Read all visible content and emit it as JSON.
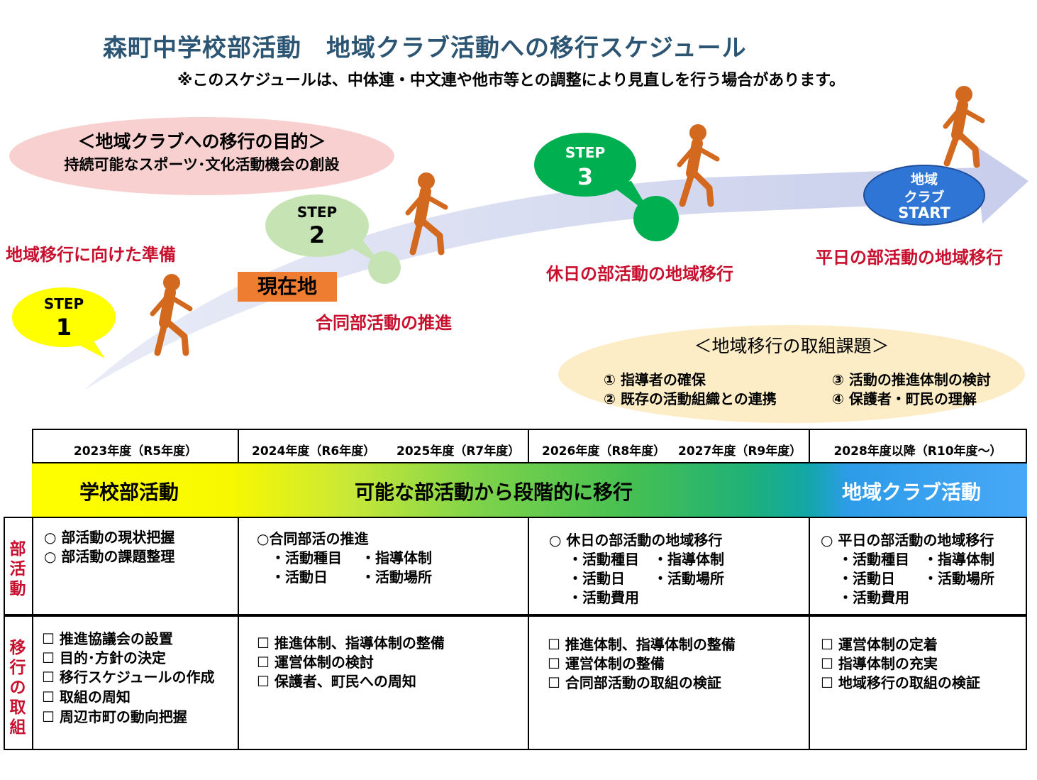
{
  "title": "森町中学校部活動　地域クラブ活動への移行スケジュール",
  "note": "※このスケジュールは、中体連・中文連や他市等との調整により見直しを行う場合があります。",
  "purpose": {
    "heading": "＜地域クラブへの移行の目的＞",
    "text": "持続可能なスポーツ･文化活動機会の創設"
  },
  "steps": [
    {
      "label": "STEP",
      "number": "1",
      "caption": "地域移行に向けた準備"
    },
    {
      "label": "STEP",
      "number": "2",
      "caption": "合同部活動の推進"
    },
    {
      "label": "STEP",
      "number": "3",
      "caption": "休日の部活動の地域移行"
    }
  ],
  "current_location": "現在地",
  "goal": {
    "line1": "地域",
    "line2": "クラブ",
    "line3": "START",
    "caption": "平日の部活動の地域移行"
  },
  "issues": {
    "heading": "＜地域移行の取組課題＞",
    "items": [
      "① 指導者の確保",
      "② 既存の活動組織との連携",
      "③ 活動の推進体制の検討",
      "④ 保護者・町民の理解"
    ]
  },
  "colors": {
    "title": "#2b5573",
    "accent_red": "#c8102e",
    "step1": "#ffff00",
    "step2": "#c6e3b4",
    "step3": "#00b050",
    "goal": "#2e75d6",
    "walker": "#d2691e",
    "current": "#ee7d31"
  },
  "table": {
    "years": [
      "2023年度（R5年度）",
      "2024年度（R6年度）",
      "2025年度（R7年度）",
      "2026年度（R8年度）",
      "2027年度（R9年度）",
      "2028年度以降（R10年度～）"
    ],
    "band": [
      "学校部活動",
      "可能な部活動から段階的に移行",
      "地域クラブ活動"
    ],
    "row1_label": "部活動",
    "row2_label": "移行の取組",
    "row1": [
      [
        "○ 部活動の現状把握",
        "○ 部活動の課題整理"
      ],
      [
        "○合同部活の推進",
        "・活動種目　 ・指導体制",
        "・活動日　　 ・活動場所"
      ],
      [
        "○ 休日の部活動の地域移行",
        "・活動種目　・指導体制",
        "・活動日　　・活動場所",
        "・活動費用"
      ],
      [
        "○ 平日の部活動の地域移行",
        "・活動種目　・指導体制",
        "・活動日　　・活動場所",
        "・活動費用"
      ]
    ],
    "row2": [
      [
        "☐ 推進協議会の設置",
        "☐ 目的･方針の決定",
        "☐ 移行スケジュールの作成",
        "☐ 取組の周知",
        "☐ 周辺市町の動向把握"
      ],
      [
        "☐ 推進体制、指導体制の整備",
        "☐ 運営体制の検討",
        "☐ 保護者、町民への周知"
      ],
      [
        "☐ 推進体制、指導体制の整備",
        "☐ 運営体制の整備",
        "☐ 合同部活動の取組の検証"
      ],
      [
        "☐ 運営体制の定着",
        "☐ 指導体制の充実",
        "☐ 地域移行の取組の検証"
      ]
    ]
  }
}
